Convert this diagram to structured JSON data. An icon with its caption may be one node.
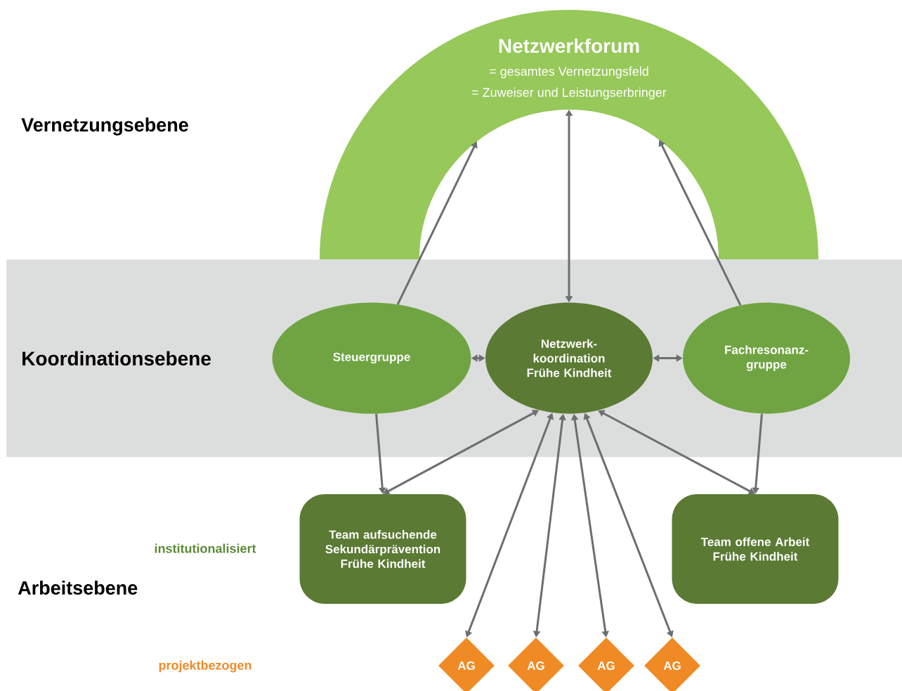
{
  "diagram": {
    "nodes": [
      {
        "text": [
          "Netzwerkforum",
          "= gesamtes Vernetzungsfeld",
          "= Zuweiser und Leistungserbringer"
        ]
      },
      {
        "text": [
          "Koordinationsebene"
        ]
      },
      {
        "text": [
          "Steuergruppe"
        ],
        "in": 1
      },
      {
        "text": [
          "Netzwerk- koordination Frühe Kindheit"
        ],
        "in": 1
      },
      {
        "text": [
          "Fachresonanz- gruppe"
        ],
        "in": 1
      },
      {
        "text": [
          "Team aufsuchende Sekundärprävention Frühe Kindheit"
        ]
      },
      {
        "text": [
          "Team offene Arbeit Frühe Kindheit"
        ]
      },
      {
        "text": [
          "AG"
        ]
      },
      {
        "text": [
          "AG"
        ]
      },
      {
        "text": [
          "AG"
        ]
      },
      {
        "text": [
          "AG"
        ]
      }
    ],
    "edges": [
      {
        "from": 2,
        "to": 0,
        "arrow": "to"
      },
      {
        "from": 3,
        "to": 0,
        "arrow": "both"
      },
      {
        "from": 4,
        "to": 0,
        "arrow": "to"
      },
      {
        "from": 2,
        "to": 3,
        "arrow": "both"
      },
      {
        "from": 3,
        "to": 4,
        "arrow": "both"
      },
      {
        "from": 2,
        "to": 5,
        "arrow": "to"
      },
      {
        "from": 3,
        "to": 5,
        "arrow": "both"
      },
      {
        "from": 3,
        "to": 7,
        "arrow": "both"
      },
      {
        "from": 3,
        "to": 8,
        "arrow": "both"
      },
      {
        "from": 3,
        "to": 9,
        "arrow": "both"
      },
      {
        "from": 3,
        "to": 10,
        "arrow": "both"
      },
      {
        "from": 3,
        "to": 6,
        "arrow": "both"
      },
      {
        "from": 4,
        "to": 6,
        "arrow": "to"
      }
    ],
    "labels": [
      "Vernetzungsebene",
      "institutionalisiert",
      "Arbeitsebene",
      "projektbezogen"
    ]
  }
}
